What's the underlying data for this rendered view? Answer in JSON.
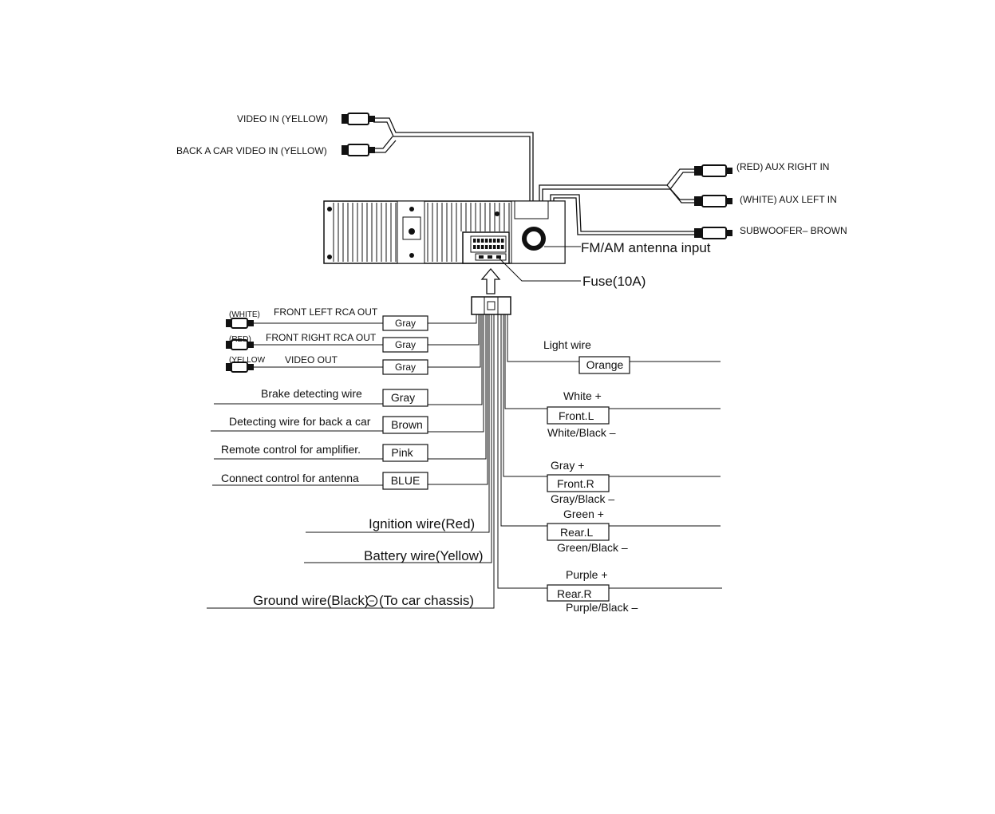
{
  "inputs_top_left": {
    "video_in": "VIDEO IN  (YELLOW)",
    "back_car_video_in": "BACK A CAR VIDEO IN  (YELLOW)"
  },
  "inputs_top_right": {
    "aux_right_in": "(RED)  AUX RIGHT IN",
    "aux_left_in": "(WHITE) AUX LEFT IN",
    "subwoofer": "SUBWOOFER– BROWN"
  },
  "head_unit": {
    "antenna_label": "FM/AM antenna input",
    "fuse_label": "Fuse(10A)"
  },
  "rca_outputs": [
    {
      "color_tag": "(WHITE)",
      "label": "FRONT LEFT RCA OUT",
      "wire": "Gray"
    },
    {
      "color_tag": "(RED)",
      "label": "FRONT RIGHT RCA OUT",
      "wire": "Gray"
    },
    {
      "color_tag": "(YELLOW",
      "label": "VIDEO OUT",
      "wire": "Gray"
    }
  ],
  "left_wires": [
    {
      "label": "Brake detecting wire",
      "wire": "Gray"
    },
    {
      "label": "Detecting wire for back a car",
      "wire": "Brown"
    },
    {
      "label": "Remote control for amplifier.",
      "wire": "Pink"
    },
    {
      "label": "Connect control for antenna",
      "wire": "BLUE"
    }
  ],
  "power_wires": {
    "ignition": "Ignition wire(Red)",
    "battery": "Battery wire(Yellow)",
    "ground": "Ground wire(Black)",
    "ground_symbol": "−",
    "ground_note": "(To car chassis)"
  },
  "right_wires": {
    "light": {
      "label": "Light wire",
      "wire": "Orange"
    },
    "speakers": [
      {
        "name": "Front.L",
        "plus": "White +",
        "minus": "White/Black –"
      },
      {
        "name": "Front.R",
        "plus": "Gray +",
        "minus": "Gray/Black –"
      },
      {
        "name": "Rear.L",
        "plus": "Green +",
        "minus": "Green/Black  –"
      },
      {
        "name": "Rear.R",
        "plus": "Purple +",
        "minus": "Purple/Black –"
      }
    ]
  }
}
